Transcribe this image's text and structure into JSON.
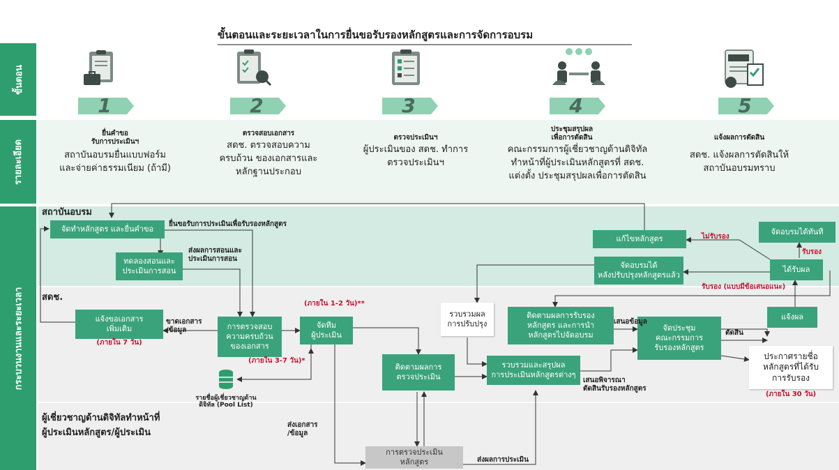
{
  "title": "ขั้นตอนและระยะเวลาในการยื่นขอรับรองหลักสูตรและการจัดการอบรม",
  "side_tabs": {
    "steps": "ขั้นตอน",
    "details": "รายละเอียด",
    "process": "กระบวนงานและระยะเวลา"
  },
  "steps": [
    {
      "number": "1",
      "icon": "clipboard-briefcase-icon",
      "title": "ยื่นคำขอ\nรับการประเมินฯ",
      "desc": "สถาบันอบรมยื่นแบบฟอร์ม\nและจ่ายค่าธรรมเนียม (ถ้ามี)"
    },
    {
      "number": "2",
      "icon": "document-check-icon",
      "title": "ตรวจสอบเอกสาร",
      "desc": "สดช. ตรวจสอบความ\nครบถ้วน ของเอกสารและ\nหลักฐานประกอบ"
    },
    {
      "number": "3",
      "icon": "clipboard-evaluation-icon",
      "title": "ตรวจประเมินฯ",
      "desc": "ผู้ประเมินของ สดช. ทำการ\nตรวจประเมินฯ"
    },
    {
      "number": "4",
      "icon": "meeting-people-icon",
      "title": "ประชุมสรุปผล\nเพื่อการตัดสิน",
      "desc": "คณะกรรมการผู้เชี่ยวชาญด้านดิจิทัล\nทำหน้าที่ผู้ประเมินหลักสูตรที่ สดช.\nแต่งตั้ง ประชุมสรุปผลเพื่อการตัดสิน"
    },
    {
      "number": "5",
      "icon": "approved-document-icon",
      "title": "แจ้งผลการตัดสิน",
      "desc": "สดช. แจ้งผลการตัดสินให้\nสถาบันอบรมทราบ"
    }
  ],
  "lanes": {
    "institute": "สถาบันอบรม",
    "onde": "สดช.",
    "experts": "ผู้เชี่ยวชาญด้านดิจิทัลทำหน้าที่\nผู้ประเมินหลักสูตร/ผู้ประเมิน"
  },
  "boxes": {
    "prepare": "จัดทำหลักสูตร และยื่นคำขอ",
    "trial": "ทดลองสอนและ\nประเมินการสอน",
    "revise": "แก้ไขหลักสูตร",
    "train_after": "จัดอบรมได้\nหลังปรับปรุงหลักสูตรแล้ว",
    "train_now": "จัดอบรมได้ทันที",
    "receive": "ได้รับผล",
    "request_docs": "แจ้งขอเอกสาร\nเพิ่มเติม",
    "check_docs": "การตรวจสอบ\nความครบถ้วน\nของเอกสาร",
    "assign_team": "จัดทีม\nผู้ประเมิน",
    "collect_improve": "รวบรวมผล\nการปรับปรุง",
    "track_cert": "ติดตามผลการรับรอง\nหลักสูตร และการนำ\nหลักสูตรไปจัดอบรม",
    "meeting": "จัดประชุม\nคณะกรรมการ\nรับรองหลักสูตร",
    "notify": "แจ้งผล",
    "track_eval": "ติดตามผลการ\nตรวจประเมิน",
    "summarize": "รวบรวมและสรุปผล\nการประเมินหลักสูตรต่างๆ",
    "announce": "ประกาศรายชื่อ\nหลักสูตรที่ได้รับ\nการรับรอง",
    "evaluate": "การตรวจประเมิน\nหลักสูตร"
  },
  "labels": {
    "submit_request": "ยื่นขอรับการประเมินเพื่อรับรองหลักสูตร",
    "send_trial": "ส่งผลการสอนและ\nประเมินการสอน",
    "missing_docs": "ขาดเอกสาร\n/ข้อมูล",
    "within_7": "(ภายใน 7 วัน)",
    "within_3_7": "(ภายใน 3-7 วัน)*",
    "within_1_2": "(ภายใน 1-2 วัน)**",
    "not_certified": "ไม่รับรอง",
    "certified": "รับรอง",
    "certified_suggest": "รับรอง (แบบมีข้อเสนอแนะ)",
    "propose_info": "เสนอข้อมูล",
    "decide": "ตัดสิน",
    "propose_consider": "เสนอพิจารณา\nตัดสินรับรองหลักสูตร",
    "within_30": "(ภายใน 30 วัน)",
    "pool_list": "รายชื่อผู้เชี่ยวชาญด้าน\nดิจิทัล (Pool List)",
    "send_docs": "ส่งเอกสาร\n/ข้อมูล",
    "send_eval_result": "ส่งผลการประเมิน"
  },
  "colors": {
    "tab_green": "#2e9e6e",
    "box_green": "#3aa37c",
    "lane_green": "#d3ebe2",
    "lane_gray": "#efefef",
    "details_band": "#eef6f2",
    "chevron_green": "#8fd1b2",
    "red_note": "#c8102e",
    "eval_gray": "#c7c7c7"
  }
}
